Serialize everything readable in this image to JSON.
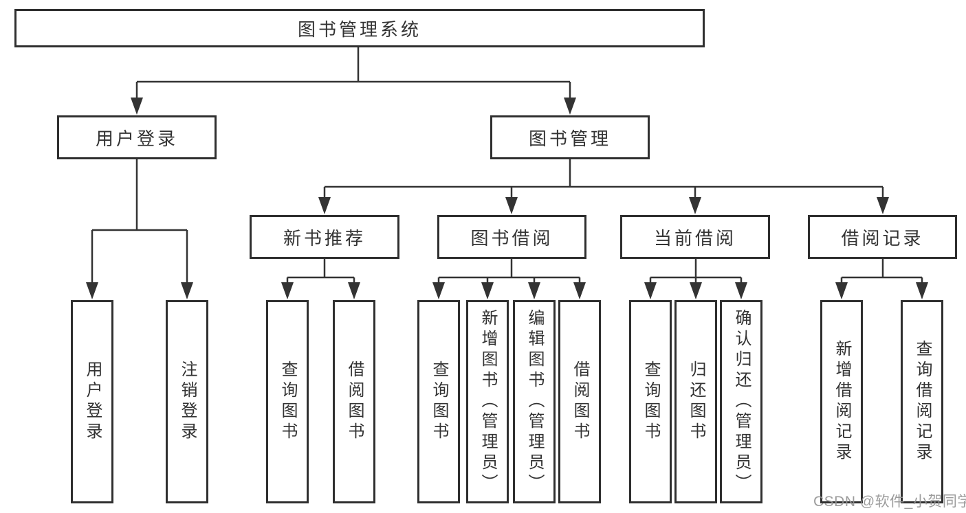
{
  "tree": {
    "root": "图书管理系统",
    "level2": [
      {
        "label": "用户登录"
      },
      {
        "label": "图书管理"
      }
    ],
    "level3": [
      {
        "label": "新书推荐"
      },
      {
        "label": "图书借阅"
      },
      {
        "label": "当前借阅"
      },
      {
        "label": "借阅记录"
      }
    ],
    "leaves": {
      "user_login": [
        "用户登录",
        "注销登录"
      ],
      "new_books": [
        "查询图书",
        "借阅图书"
      ],
      "book_borrow": [
        "查询图书",
        "新增图书（管理员）",
        "编辑图书（管理员）",
        "借阅图书"
      ],
      "current_borrow": [
        "查询图书",
        "归还图书",
        "确认归还（管理员）"
      ],
      "borrow_records": [
        "新增借阅记录",
        "查询借阅记录"
      ]
    }
  },
  "watermark": {
    "text": "CSDN @软件_小贺同学"
  },
  "colors": {
    "line": "#333333",
    "box_border": "#2f2f2f",
    "text": "#333333",
    "watermark": "#949494",
    "background": "#ffffff"
  }
}
